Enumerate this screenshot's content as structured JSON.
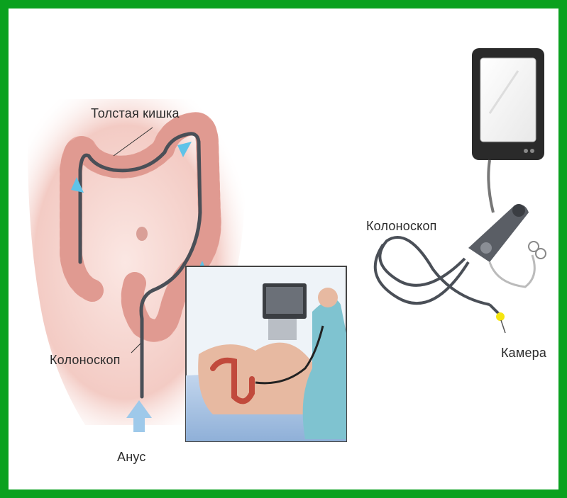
{
  "labels": {
    "colon": "Толстая кишка",
    "colonoscope_left": "Колоноскоп",
    "anus": "Анус",
    "colonoscope_right": "Колоноскоп",
    "camera": "Камера"
  },
  "colors": {
    "border": "#0aa11f",
    "skin": "#f6d9d4",
    "intestine": "#e9a9a0",
    "scope": "#4a4f57",
    "arrow": "#5fc3e8",
    "camera_tip": "#f5e50f"
  }
}
